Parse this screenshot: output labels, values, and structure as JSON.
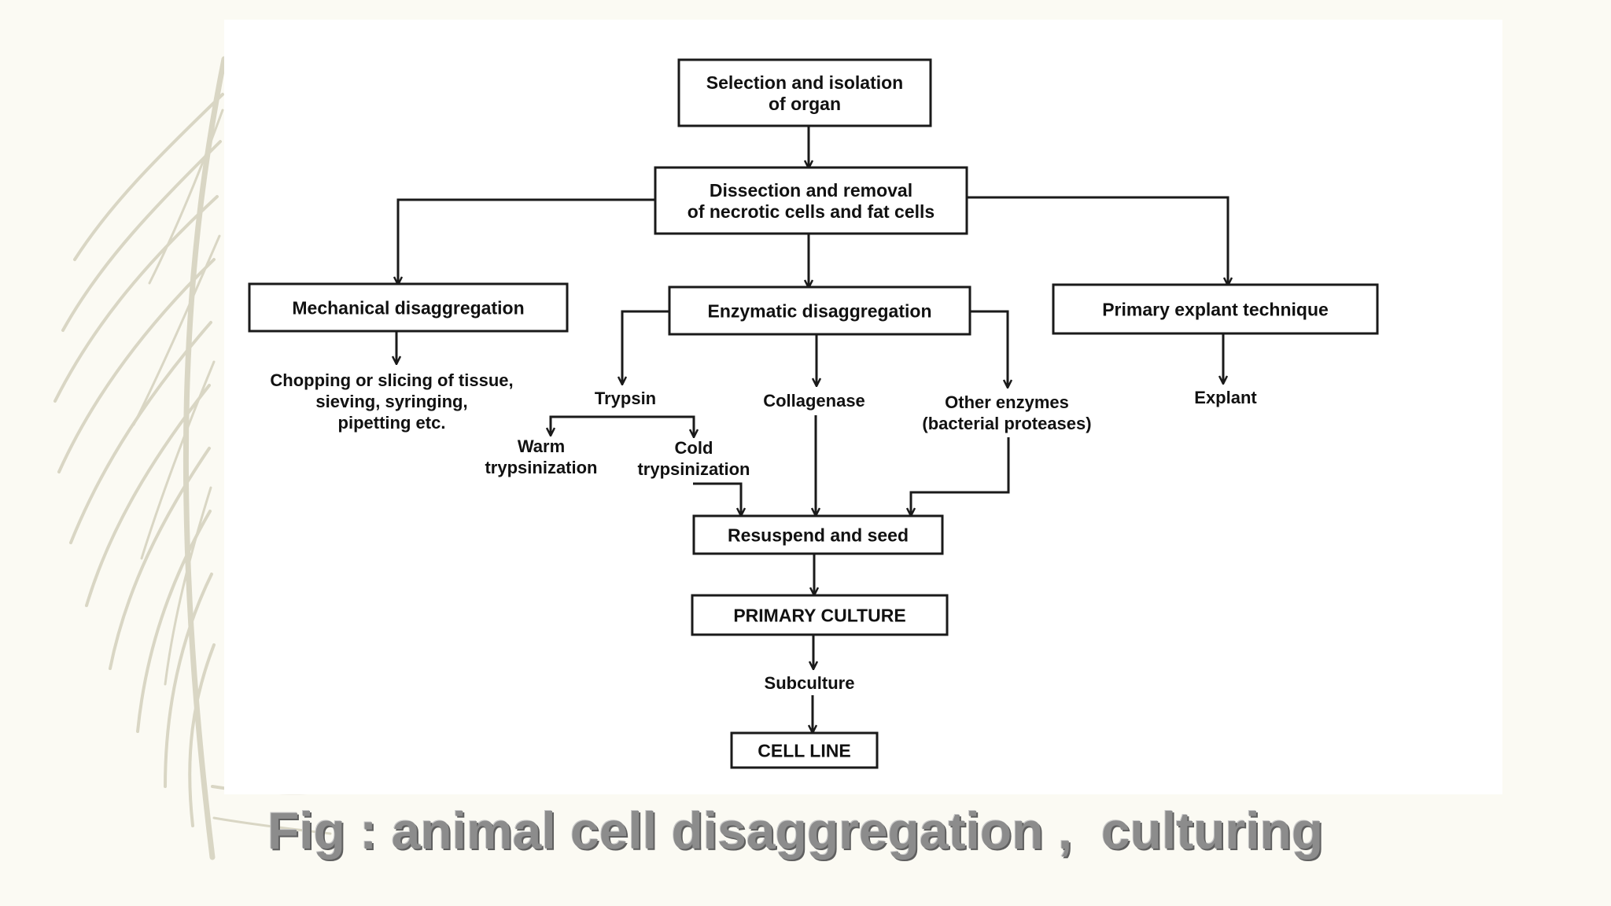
{
  "caption": "Fig : animal cell disaggregation ,  culturing",
  "colors": {
    "background": "#fbfaf3",
    "panel": "#ffffff",
    "ink": "#1a1a1a",
    "caption": "#8c8c8c",
    "leaf": "#d9d6c4"
  },
  "decoration_icon": "palm-leaf-icon",
  "flowchart": {
    "nodes": [
      {
        "id": "selection",
        "kind": "box",
        "lines": [
          "Selection and isolation",
          "of organ"
        ]
      },
      {
        "id": "dissection",
        "kind": "box",
        "lines": [
          "Dissection and removal",
          "of necrotic cells and fat cells"
        ]
      },
      {
        "id": "mechanical",
        "kind": "box",
        "lines": [
          "Mechanical disaggregation"
        ]
      },
      {
        "id": "enzymatic",
        "kind": "box",
        "lines": [
          "Enzymatic disaggregation"
        ]
      },
      {
        "id": "explant_technique",
        "kind": "box",
        "lines": [
          "Primary explant technique"
        ]
      },
      {
        "id": "chopping",
        "kind": "text",
        "lines": [
          "Chopping or slicing of tissue,",
          "sieving, syringing,",
          "pipetting etc."
        ]
      },
      {
        "id": "trypsin",
        "kind": "text",
        "lines": [
          "Trypsin"
        ]
      },
      {
        "id": "collagenase",
        "kind": "text",
        "lines": [
          "Collagenase"
        ]
      },
      {
        "id": "other_enzymes",
        "kind": "text",
        "lines": [
          "Other enzymes",
          "(bacterial proteases)"
        ]
      },
      {
        "id": "explant",
        "kind": "text",
        "lines": [
          "Explant"
        ]
      },
      {
        "id": "warm",
        "kind": "text",
        "lines": [
          "Warm",
          "trypsinization"
        ]
      },
      {
        "id": "cold",
        "kind": "text",
        "lines": [
          "Cold",
          "trypsinization"
        ]
      },
      {
        "id": "resuspend",
        "kind": "box",
        "lines": [
          "Resuspend and seed"
        ]
      },
      {
        "id": "primary_culture",
        "kind": "box",
        "lines": [
          "PRIMARY CULTURE"
        ]
      },
      {
        "id": "subculture",
        "kind": "text",
        "lines": [
          "Subculture"
        ]
      },
      {
        "id": "cell_line",
        "kind": "box",
        "lines": [
          "CELL LINE"
        ]
      }
    ],
    "edges": [
      {
        "from": "selection",
        "to": "dissection"
      },
      {
        "from": "dissection",
        "to": "mechanical"
      },
      {
        "from": "dissection",
        "to": "enzymatic"
      },
      {
        "from": "dissection",
        "to": "explant_technique"
      },
      {
        "from": "mechanical",
        "to": "chopping"
      },
      {
        "from": "enzymatic",
        "to": "trypsin"
      },
      {
        "from": "enzymatic",
        "to": "collagenase"
      },
      {
        "from": "enzymatic",
        "to": "other_enzymes"
      },
      {
        "from": "explant_technique",
        "to": "explant"
      },
      {
        "from": "trypsin",
        "to": "warm"
      },
      {
        "from": "trypsin",
        "to": "cold"
      },
      {
        "from": "cold",
        "to": "resuspend"
      },
      {
        "from": "collagenase",
        "to": "resuspend"
      },
      {
        "from": "other_enzymes",
        "to": "resuspend"
      },
      {
        "from": "resuspend",
        "to": "primary_culture"
      },
      {
        "from": "primary_culture",
        "to": "subculture"
      },
      {
        "from": "subculture",
        "to": "cell_line"
      }
    ]
  }
}
